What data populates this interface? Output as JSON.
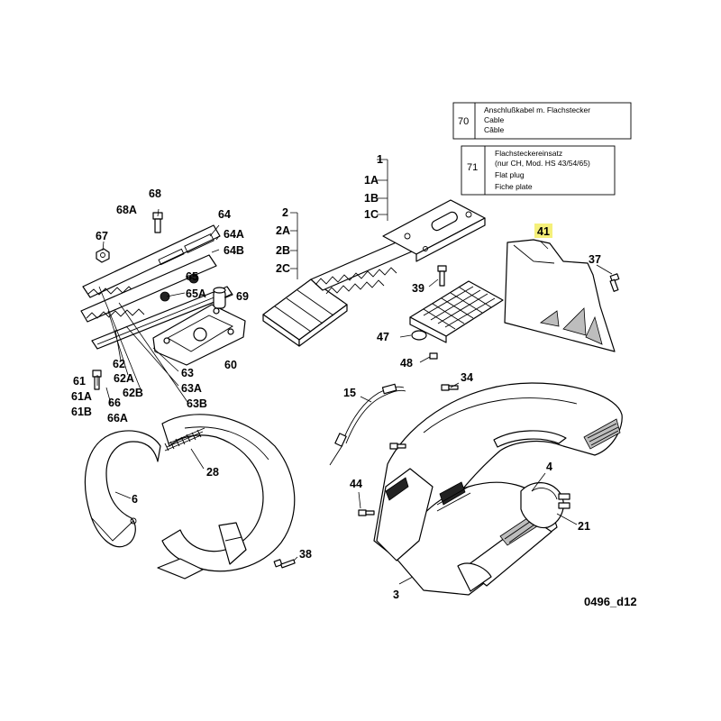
{
  "diagram": {
    "reference": "0496_d12",
    "highlight_color": "#f5f07a",
    "legend": [
      {
        "number": "70",
        "lines": [
          "Anschlußkabel m. Flachstecker",
          "Cable",
          "Câble"
        ]
      },
      {
        "number": "71",
        "lines": [
          "Flachsteckereinsatz",
          "(nur CH, Mod. HS 43/54/65)",
          "Flat plug",
          "Fiche plate"
        ]
      }
    ],
    "labels": {
      "l1": "1",
      "l1A": "1A",
      "l1B": "1B",
      "l1C": "1C",
      "l2": "2",
      "l2A": "2A",
      "l2B": "2B",
      "l2C": "2C",
      "l3": "3",
      "l4": "4",
      "l6": "6",
      "l15": "15",
      "l21": "21",
      "l28": "28",
      "l34": "34",
      "l37": "37",
      "l38": "38",
      "l39": "39",
      "l41": "41",
      "l44": "44",
      "l47": "47",
      "l48": "48",
      "l60": "60",
      "l61": "61",
      "l61A": "61A",
      "l61B": "61B",
      "l62": "62",
      "l62A": "62A",
      "l62B": "62B",
      "l63": "63",
      "l63A": "63A",
      "l63B": "63B",
      "l64": "64",
      "l64A": "64A",
      "l64B": "64B",
      "l65": "65",
      "l65A": "65A",
      "l66": "66",
      "l66A": "66A",
      "l67": "67",
      "l68": "68",
      "l68A": "68A",
      "l69": "69"
    }
  }
}
